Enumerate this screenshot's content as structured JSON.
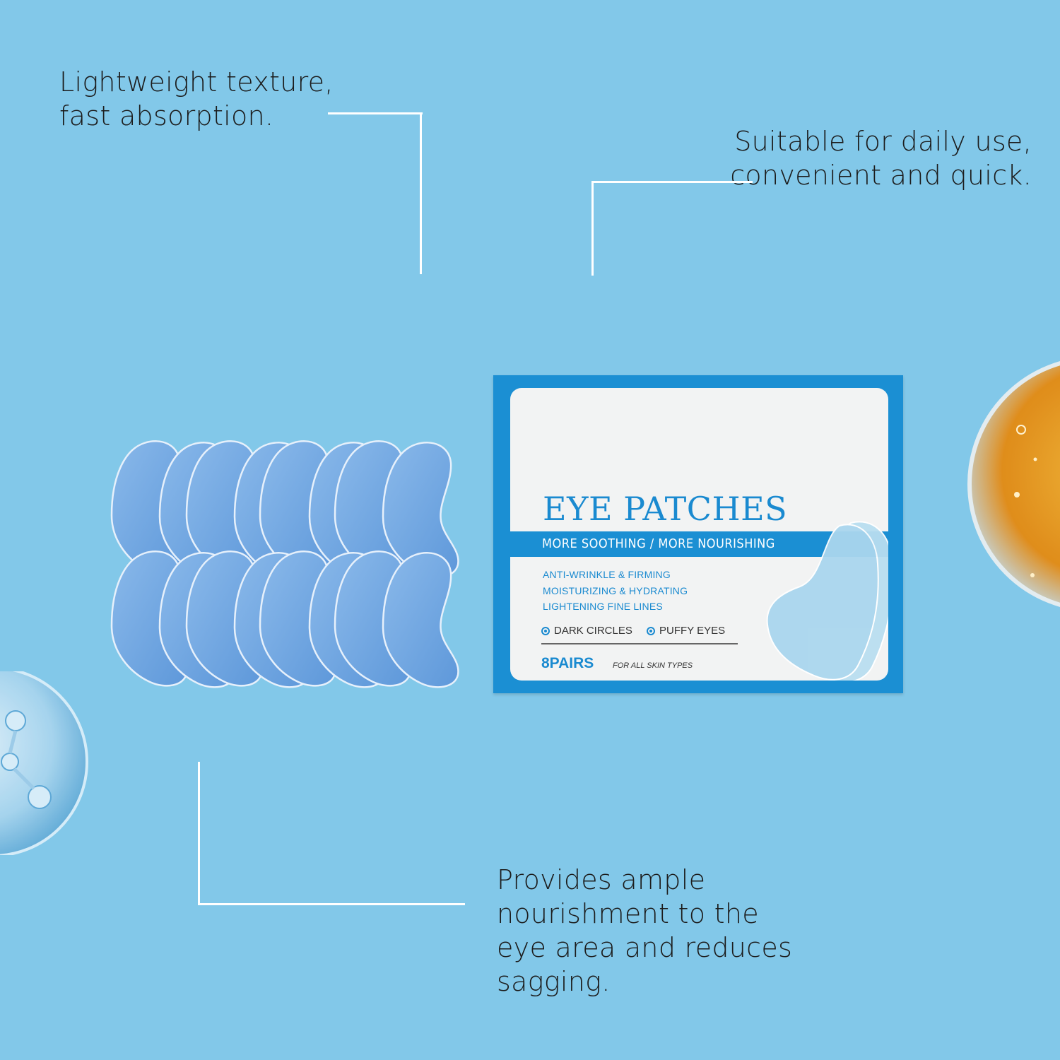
{
  "callouts": {
    "top_left": [
      "Lightweight texture,",
      "fast absorption."
    ],
    "top_right": [
      "Suitable for daily use,",
      "convenient and quick."
    ],
    "bottom": [
      "Provides ample",
      "nourishment to the",
      "eye area and reduces",
      "sagging."
    ]
  },
  "package": {
    "title": "EYE PATCHES",
    "tagline": "MORE  SOOTHING  /  MORE  NOURISHING",
    "benefits": [
      "ANTI-WRINKLE & FIRMING",
      "MOISTURIZING & HYDRATING",
      "LIGHTENING FINE LINES"
    ],
    "tags": [
      "DARK CIRCLES",
      "PUFFY EYES"
    ],
    "pairs": "8PAIRS",
    "skin_types": "FOR ALL SKIN TYPES"
  },
  "colors": {
    "background": "#82c8e9",
    "box_blue": "#1b8fd3",
    "patch_blue": "#6ea6e0",
    "leader_lines": "#ffffff"
  },
  "icons": [
    "water-droplet-molecule-icon",
    "serum-droplet-icon",
    "eye-patch-icon"
  ]
}
